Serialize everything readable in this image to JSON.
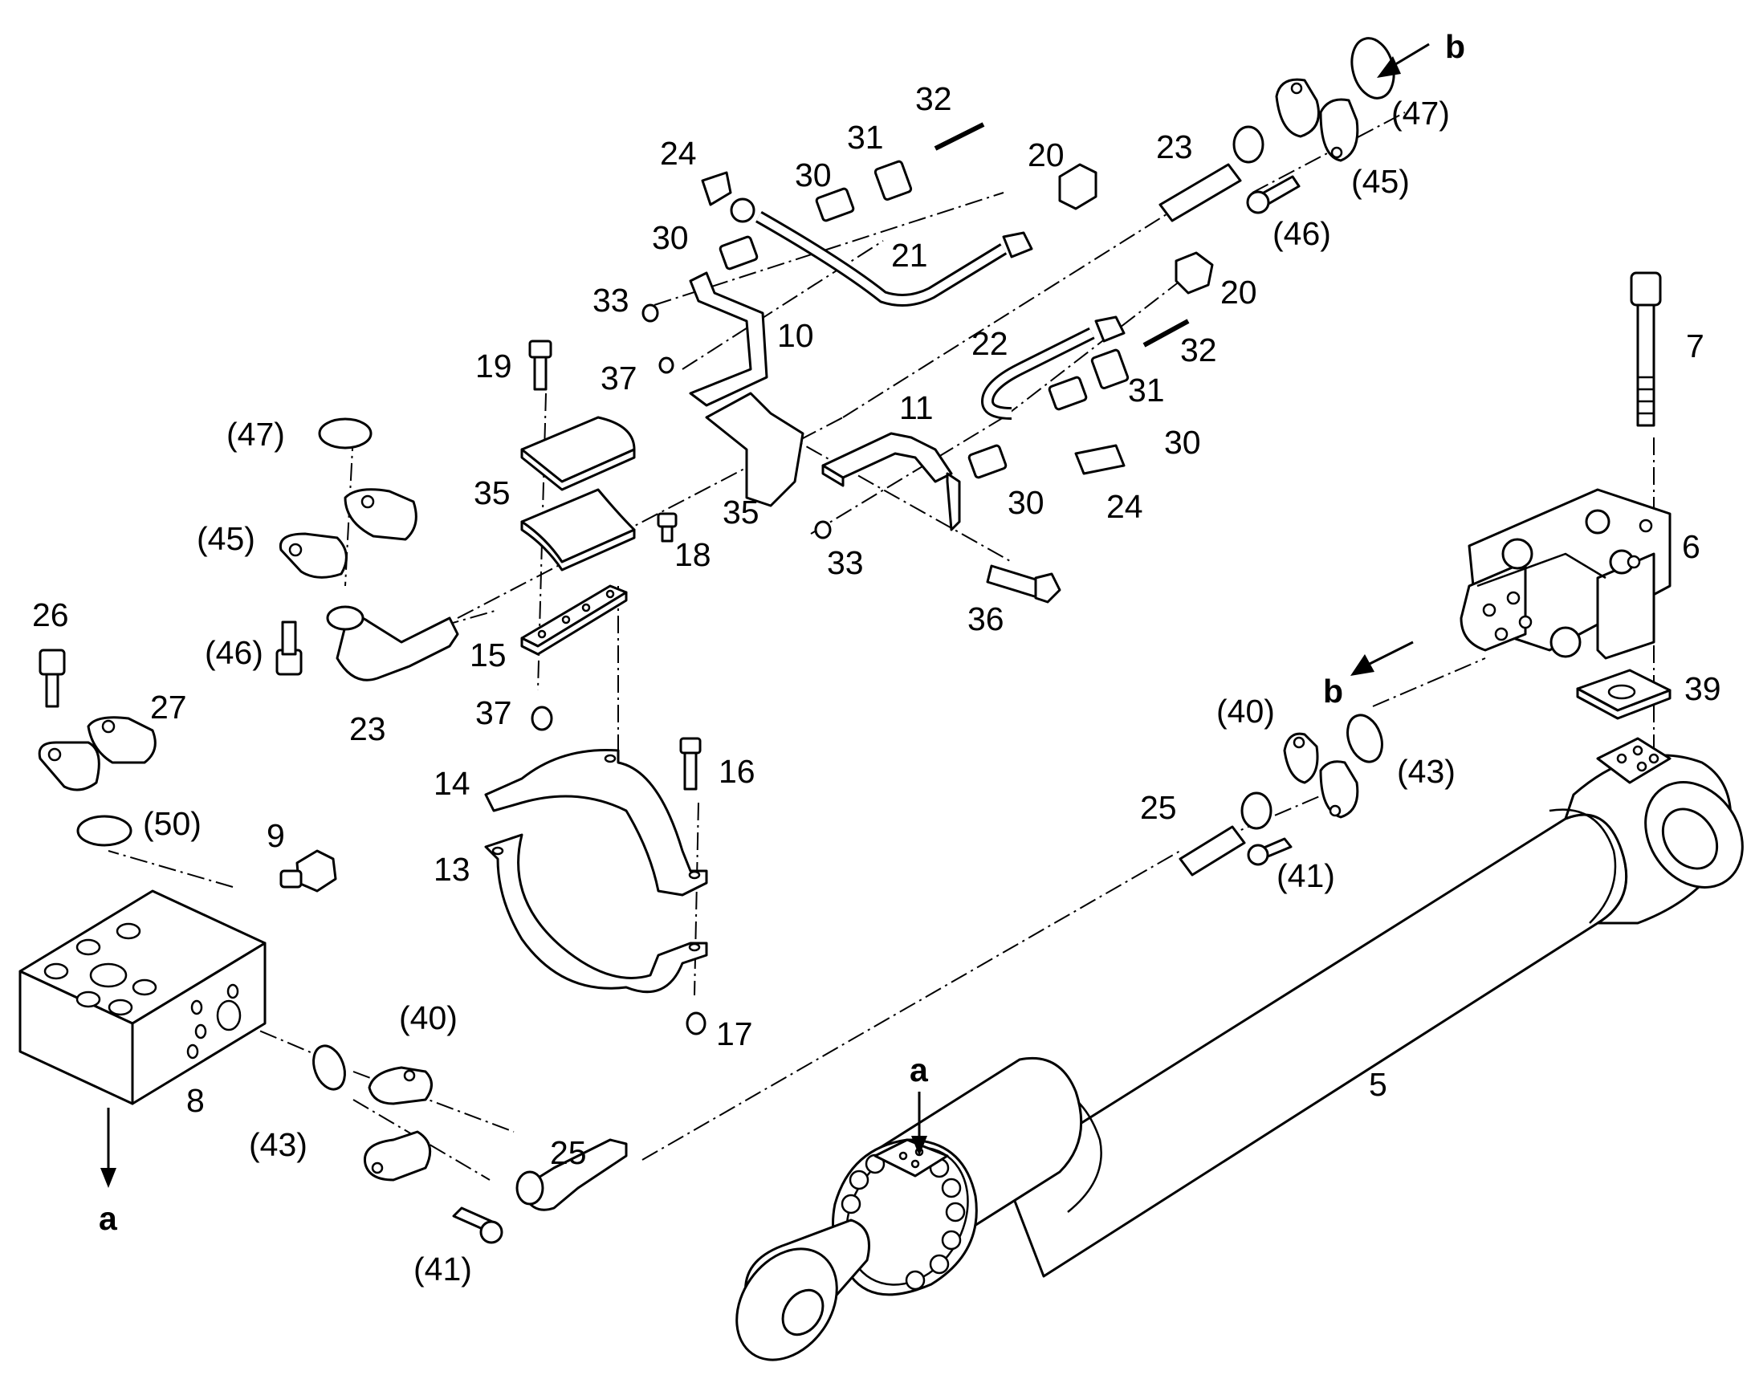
{
  "labels": {
    "l5": "5",
    "l6": "6",
    "l7": "7",
    "l8": "8",
    "l9": "9",
    "l10": "10",
    "l11": "11",
    "l13": "13",
    "l14": "14",
    "l15": "15",
    "l16": "16",
    "l17": "17",
    "l18": "18",
    "l19": "19",
    "l20a": "20",
    "l20b": "20",
    "l21": "21",
    "l22": "22",
    "l23a": "23",
    "l23b": "23",
    "l24a": "24",
    "l24b": "24",
    "l25a": "25",
    "l25b": "25",
    "l26": "26",
    "l27": "27",
    "l30a": "30",
    "l30b": "30",
    "l30c": "30",
    "l30d": "30",
    "l31a": "31",
    "l31b": "31",
    "l32a": "32",
    "l32b": "32",
    "l33a": "33",
    "l33b": "33",
    "l35a": "35",
    "l35b": "35",
    "l36": "36",
    "l37a": "37",
    "l37b": "37",
    "l39": "39",
    "l40a": "(40)",
    "l40b": "(40)",
    "l41a": "(41)",
    "l41b": "(41)",
    "l43a": "(43)",
    "l43b": "(43)",
    "l45a": "(45)",
    "l45b": "(45)",
    "l46a": "(46)",
    "l46b": "(46)",
    "l47a": "(47)",
    "l47b": "(47)",
    "l50": "(50)",
    "ref_a_top": "a",
    "ref_a_bottom": "a",
    "ref_b_top": "b",
    "ref_b_mid": "b"
  }
}
